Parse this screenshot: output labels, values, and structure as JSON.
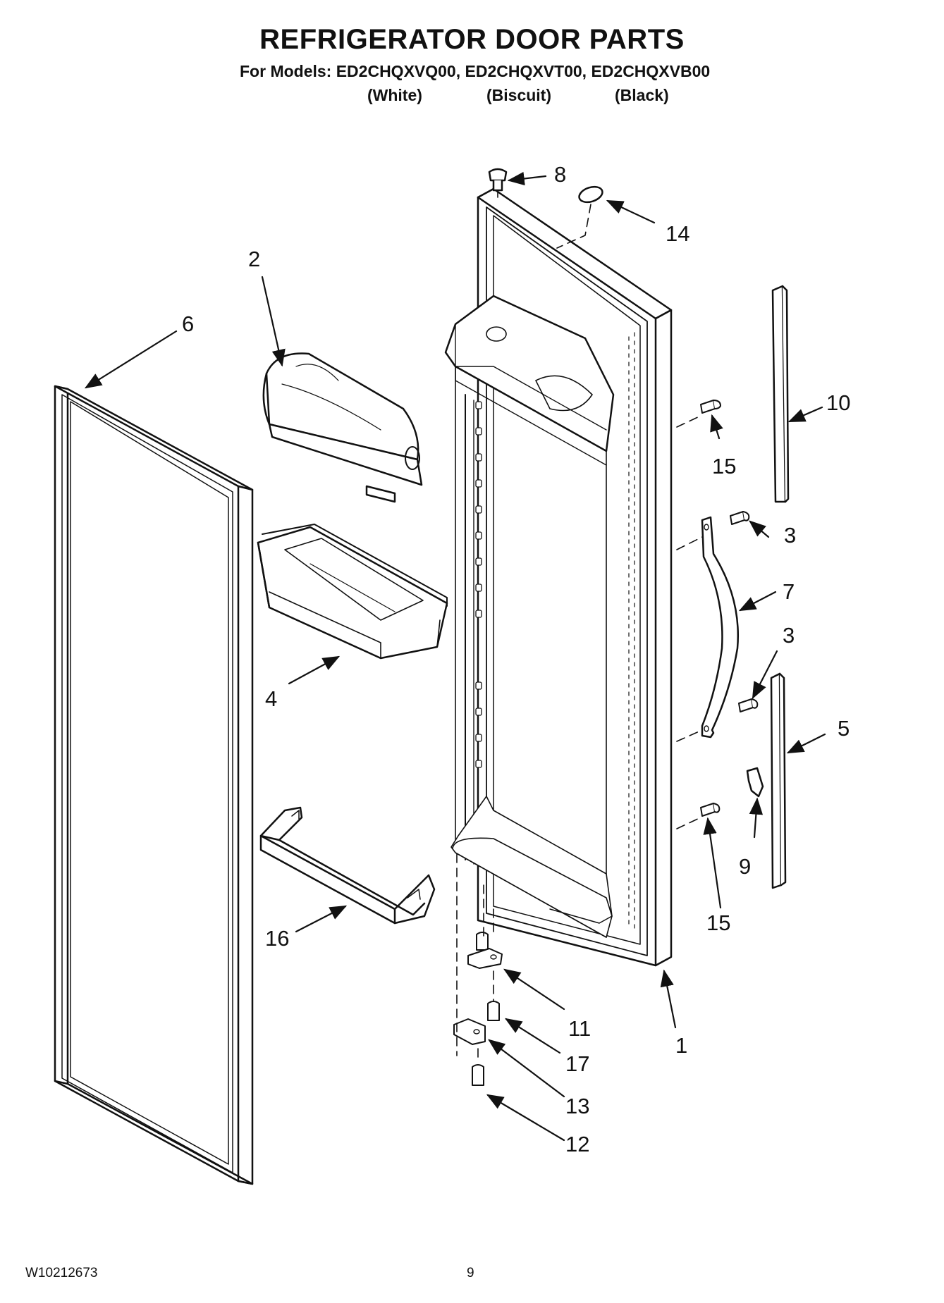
{
  "header": {
    "title": "REFRIGERATOR DOOR PARTS",
    "models_line": "For Models: ED2CHQXVQ00, ED2CHQXVT00, ED2CHQXVB00",
    "colors": [
      "(White)",
      "(Biscuit)",
      "(Black)"
    ]
  },
  "callouts": {
    "c1": "1",
    "c2": "2",
    "c3a": "3",
    "c3b": "3",
    "c4": "4",
    "c5": "5",
    "c6": "6",
    "c7": "7",
    "c8": "8",
    "c9": "9",
    "c10": "10",
    "c11": "11",
    "c12": "12",
    "c13": "13",
    "c14": "14",
    "c15a": "15",
    "c15b": "15",
    "c16": "16",
    "c17": "17"
  },
  "footer": {
    "doc_number": "W10212673",
    "page_number": "9"
  }
}
